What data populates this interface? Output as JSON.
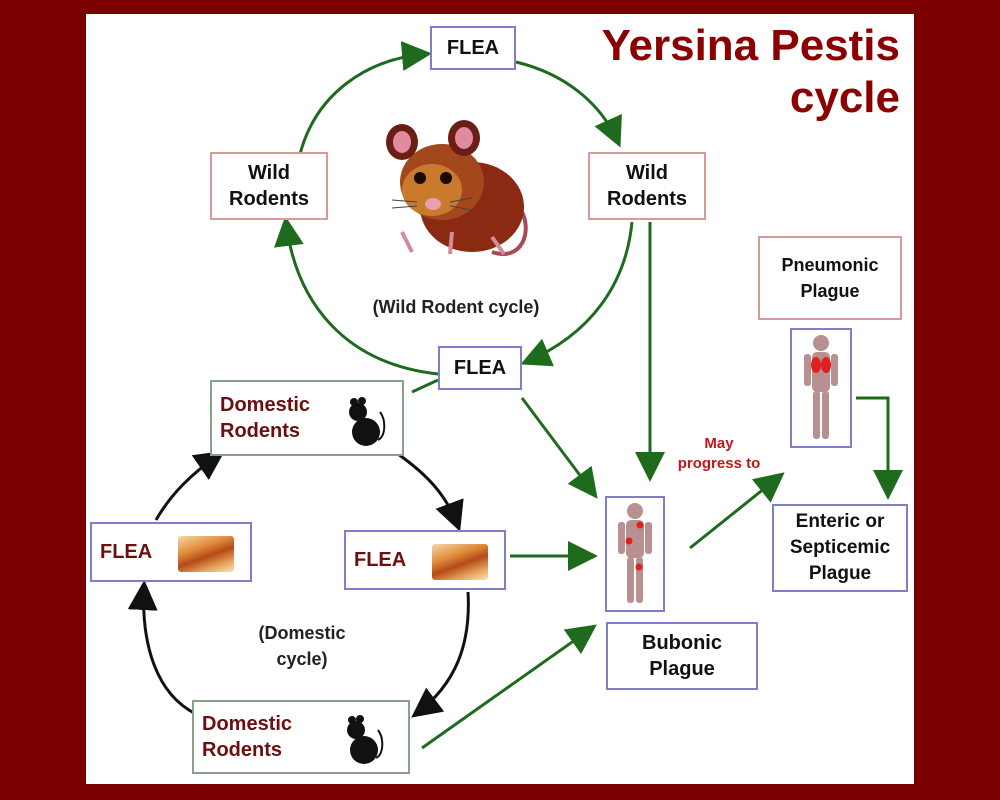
{
  "title": "Yersina Pestis cycle",
  "wild_cycle": {
    "flea_top": "FLEA",
    "wild_rodents_left": "Wild\nRodents",
    "wild_rodents_right": "Wild\nRodents",
    "label": "(Wild Rodent cycle)",
    "flea_bottom": "FLEA"
  },
  "domestic_cycle": {
    "domestic_rodents_top": "Domestic\nRodents",
    "flea_left": "FLEA",
    "flea_right": "FLEA",
    "label": "(Domestic\ncycle)",
    "domestic_rodents_bottom": "Domestic\nRodents"
  },
  "outcomes": {
    "bubonic": "Bubonic\nPlague",
    "pneumonic": "Pneumonic\nPlague",
    "enteric": "Enteric or\nSepticemic\nPlague",
    "may_progress": "May\nprogress to"
  },
  "colors": {
    "background": "#7a0000",
    "title": "#8b0000",
    "wild_arrow": "#1e6b1e",
    "domestic_arrow": "#111111",
    "highlight": "#e02020"
  }
}
